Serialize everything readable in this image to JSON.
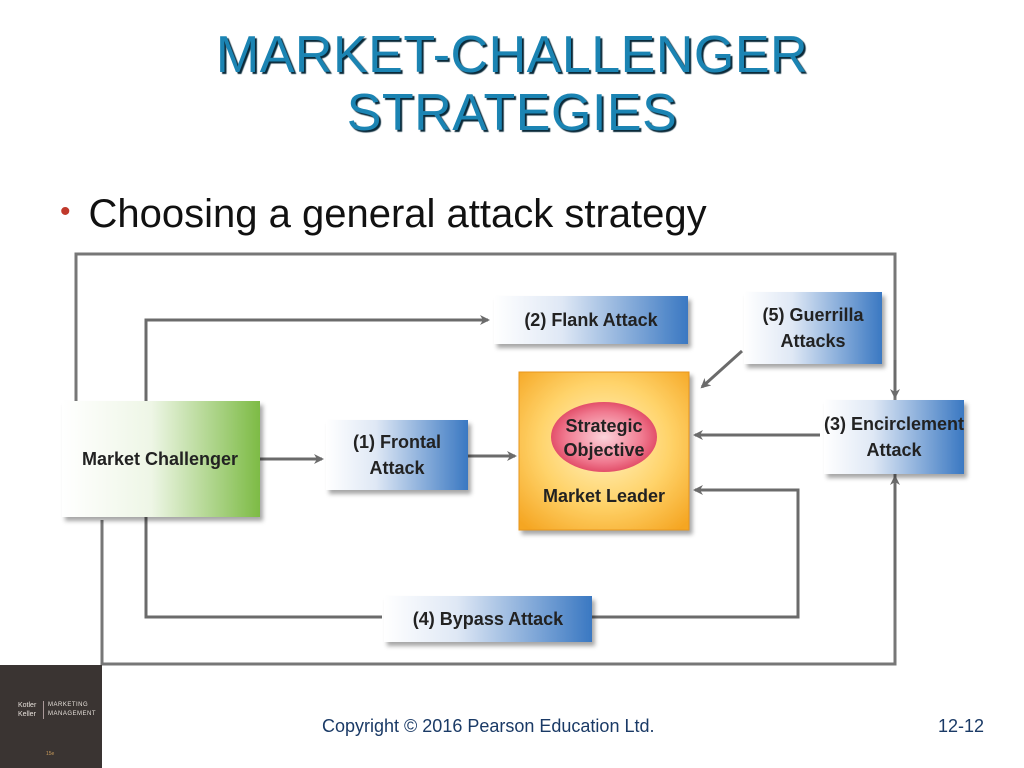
{
  "slide": {
    "title_line1": "MARKET-CHALLENGER",
    "title_line2": "STRATEGIES",
    "bullet_symbol": "•",
    "bullet_text": "Choosing a general attack strategy",
    "footer_copyright": "Copyright © 2016 Pearson Education Ltd.",
    "page_number": "12-12"
  },
  "diagram": {
    "market_challenger": "Market Challenger",
    "frontal_line1": "(1) Frontal",
    "frontal_line2": "Attack",
    "flank": "(2) Flank Attack",
    "encirclement_line1": "(3) Encirclement",
    "encirclement_line2": "Attack",
    "bypass": "(4) Bypass Attack",
    "guerrilla_line1": "(5) Guerrilla",
    "guerrilla_line2": "Attacks",
    "objective_line1": "Strategic",
    "objective_line2": "Objective",
    "market_leader": "Market Leader"
  },
  "logo": {
    "author1": "Kotler",
    "author2": "Keller",
    "book_line1": "MARKETING",
    "book_line2": "MANAGEMENT",
    "edition": "15e"
  },
  "colors": {
    "title": "#1b84b3",
    "bullet": "#c0392b",
    "challenger_green": "#7dbb45",
    "attack_blue": "#3a78c2",
    "leader_orange": "#f5a623",
    "objective_pink": "#e0506a",
    "arrow_gray": "#6b6b6b"
  }
}
